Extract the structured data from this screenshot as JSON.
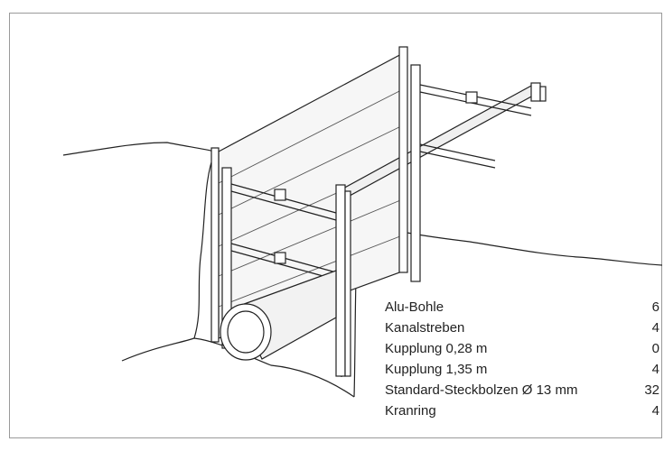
{
  "parts_list": [
    {
      "name": "Alu-Bohle",
      "qty": "6"
    },
    {
      "name": "Kanalstreben",
      "qty": "4"
    },
    {
      "name": "Kupplung 0,28 m",
      "qty": "0"
    },
    {
      "name": "Kupplung 1,35 m",
      "qty": "4"
    },
    {
      "name": "Standard-Steckbolzen Ø 13 mm",
      "qty": "32"
    },
    {
      "name": "Kranring",
      "qty": "4"
    }
  ],
  "colors": {
    "line": "#222222",
    "panel": "#f4f4f4",
    "frame": "#9a9a9a"
  }
}
